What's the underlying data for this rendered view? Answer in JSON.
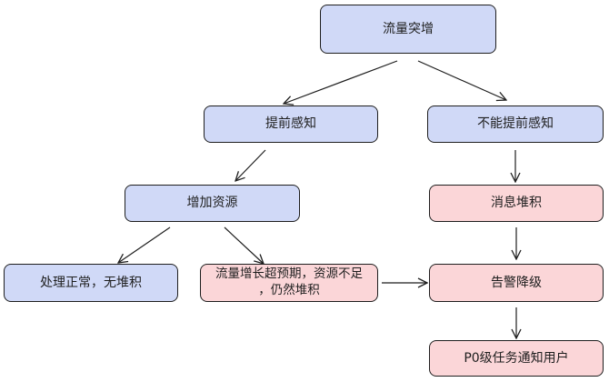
{
  "colors": {
    "blue_fill": "#d0d9f7",
    "red_fill": "#fbd6d8",
    "stroke": "#1e1e1e"
  },
  "nodes": {
    "surge": "流量突增",
    "perceive": "提前感知",
    "not_perceive": "不能提前感知",
    "add_resources": "增加资源",
    "normal": "处理正常，无堆积",
    "exceed_line1": "流量增长超预期，资源不足",
    "exceed_line2": "，仍然堆积",
    "backlog": "消息堆积",
    "alarm": "告警降级",
    "notify": "P0级任务通知用户"
  }
}
